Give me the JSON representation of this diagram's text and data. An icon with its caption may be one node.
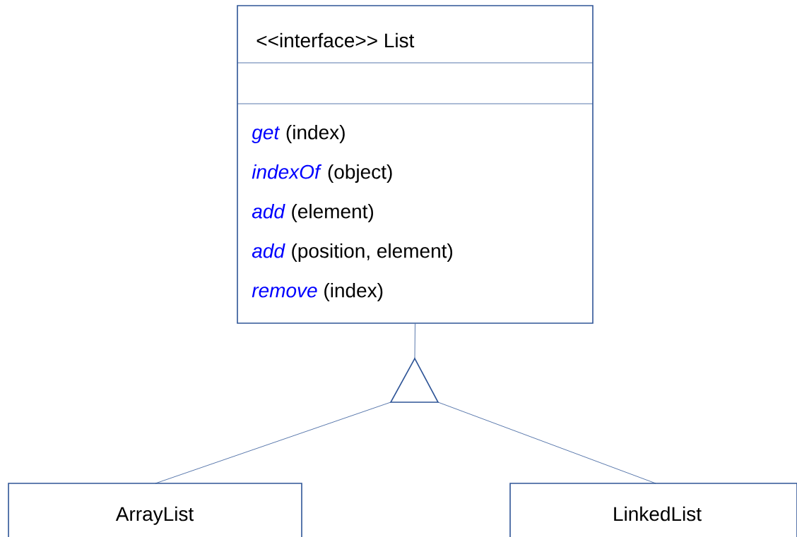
{
  "diagram": {
    "nodes": [
      {
        "text": [
          "<<interface>> List",
          "*get* (index)",
          "*indexOf* (object)",
          "*add* (element)",
          "*add* (position, element)",
          "*remove* (index)"
        ]
      },
      {
        "text": [
          "ArrayList"
        ]
      },
      {
        "text": [
          "LinkedList"
        ]
      },
      {
        "text": [],
        "shape": "triangle"
      }
    ],
    "edges": [
      {
        "from": 1,
        "to": 3,
        "arrow": "none"
      },
      {
        "from": 2,
        "to": 3,
        "arrow": "none"
      },
      {
        "from": 3,
        "to": 0,
        "arrow": "none"
      }
    ]
  }
}
